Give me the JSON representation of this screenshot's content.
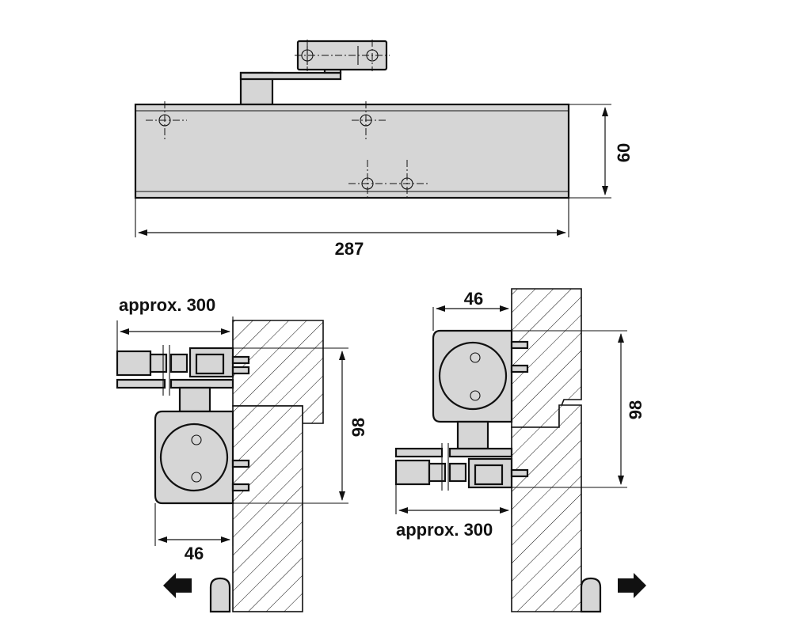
{
  "figure": {
    "top_view": {
      "length_label": "287",
      "height_label": "60"
    },
    "left_view": {
      "arm_label": "approx. 300",
      "depth_label": "46",
      "height_label": "98"
    },
    "right_view": {
      "arm_label": "approx. 300",
      "depth_label": "46",
      "height_label": "98"
    },
    "colors": {
      "body_fill": "#d6d6d6",
      "line": "#111111"
    },
    "icons": [
      "arrow-left-icon",
      "arrow-right-icon"
    ]
  }
}
